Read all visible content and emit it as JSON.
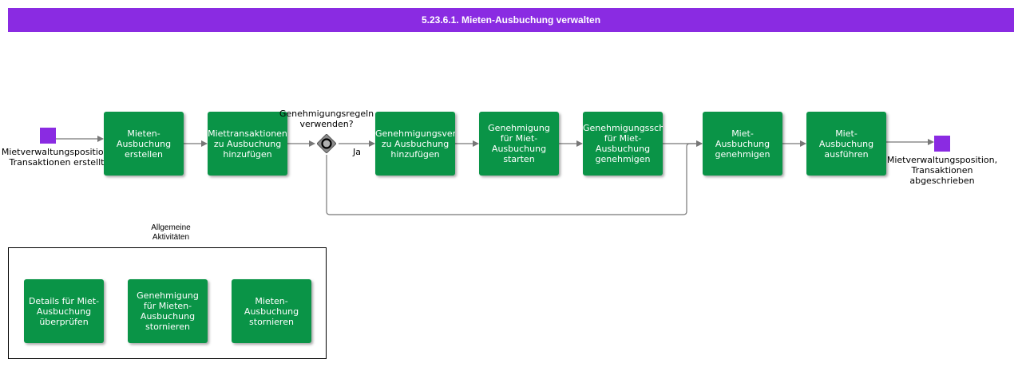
{
  "title": "5.23.6.1. Mieten-Ausbuchung verwalten",
  "start_event": {
    "label": "Mietverwaltungsposition,\nTransaktionen erstellt"
  },
  "end_event": {
    "label": "Mietverwaltungsposition,\nTransaktionen\nabgeschrieben"
  },
  "gateway": {
    "question": "Genehmigungsregeln\nverwenden?",
    "yes_label": "Ja"
  },
  "tasks": [
    {
      "label": "Mieten-\nAusbuchung\nerstellen"
    },
    {
      "label": "Miettransaktionen\nzu Ausbuchung\nhinzufügen"
    },
    {
      "label": "Genehmigungsverfahren\nzu Ausbuchung\nhinzufügen"
    },
    {
      "label": "Genehmigung\nfür Miet-\nAusbuchung\nstarten"
    },
    {
      "label": "Genehmigungsschritte\nfür Miet-Ausbuchung\ngenehmigen"
    },
    {
      "label": "Miet-\nAusbuchung\ngenehmigen"
    },
    {
      "label": "Miet-\nAusbuchung\nausführen"
    }
  ],
  "general_activities": {
    "label": "Allgemeine\nAktivitäten",
    "tasks": [
      {
        "label": "Details für Miet-\nAusbuchung\nüberprüfen"
      },
      {
        "label": "Genehmigung\nfür Mieten-\nAusbuchung\nstornieren"
      },
      {
        "label": "Mieten-\nAusbuchung\nstornieren"
      }
    ]
  },
  "colors": {
    "title_bar": "#8a2be2",
    "event": "#8a2be2",
    "task": "#0a9447",
    "connector": "#777777",
    "gateway": "#8c8c8c"
  }
}
